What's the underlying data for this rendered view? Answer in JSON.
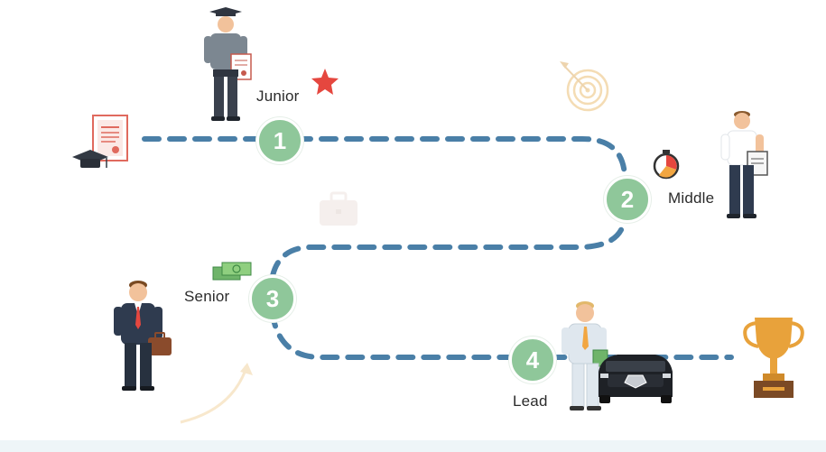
{
  "steps": [
    {
      "number": "1",
      "label": "Junior"
    },
    {
      "number": "2",
      "label": "Middle"
    },
    {
      "number": "3",
      "label": "Senior"
    },
    {
      "number": "4",
      "label": "Lead"
    }
  ],
  "colors": {
    "path": "#4a7fa7",
    "badge": "#8fc79a",
    "star": "#e5473f",
    "trophy": "#e8a23b",
    "money": "#6fb46a",
    "suit": "#2f3b4f"
  },
  "icons": [
    "diploma-icon",
    "graduation-cap-icon",
    "star-icon",
    "target-icon",
    "stopwatch-icon",
    "briefcase-icon",
    "money-icon",
    "car-icon",
    "trophy-icon",
    "arrow-icon"
  ]
}
